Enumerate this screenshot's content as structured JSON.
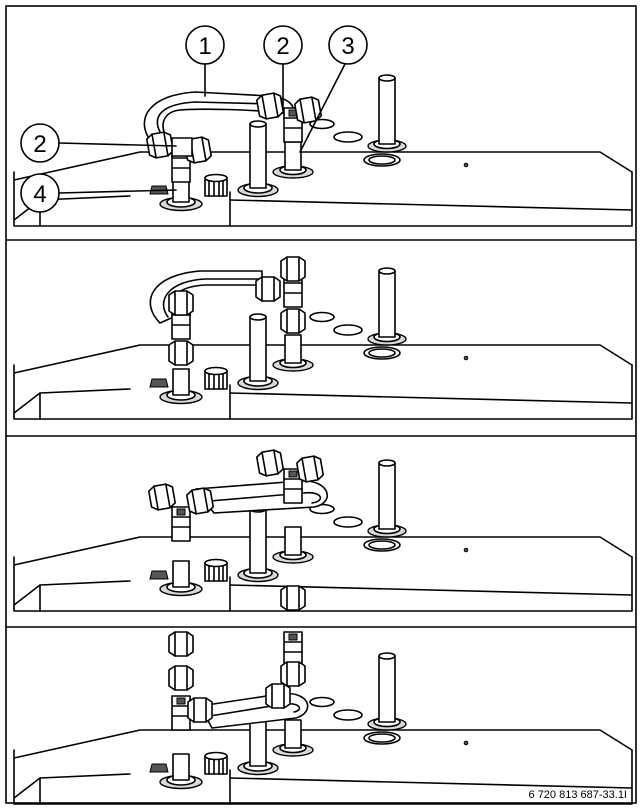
{
  "callouts": [
    {
      "id": "1"
    },
    {
      "id": "2"
    },
    {
      "id": "3"
    },
    {
      "id": "2"
    },
    {
      "id": "4"
    }
  ],
  "figure_reference": "6 720 813 687-33.1I",
  "panel_count": 4
}
